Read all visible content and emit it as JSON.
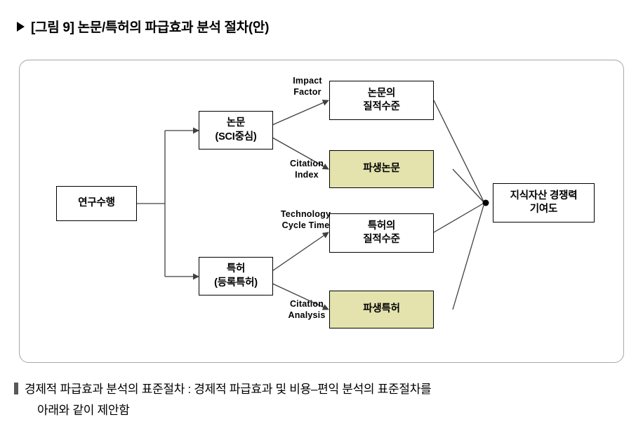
{
  "title": {
    "marker": "▶",
    "text": "[그림 9] 논문/특허의 파급효과 분석 절차(안)"
  },
  "diagram": {
    "nodes": [
      {
        "id": "research",
        "line1": "연구수행",
        "line2": ""
      },
      {
        "id": "paper",
        "line1": "논문",
        "line2": "(SCI중심)"
      },
      {
        "id": "patent",
        "line1": "특허",
        "line2": "(등록특허)"
      },
      {
        "id": "paper-quality",
        "line1": "논문의",
        "line2": "질적수준"
      },
      {
        "id": "derived-paper",
        "line1": "파생논문",
        "line2": ""
      },
      {
        "id": "patent-quality",
        "line1": "특허의",
        "line2": "질적수준"
      },
      {
        "id": "derived-patent",
        "line1": "파생특허",
        "line2": ""
      },
      {
        "id": "outcome",
        "line1": "지식자산 경쟁력",
        "line2": "기여도"
      }
    ],
    "edge_labels": [
      {
        "id": "impact-factor",
        "line1": "Impact",
        "line2": "Factor"
      },
      {
        "id": "citation-index",
        "line1": "Citation",
        "line2": "Index"
      },
      {
        "id": "technology-cycle-time",
        "line1": "Technology",
        "line2": "Cycle Time"
      },
      {
        "id": "citation-analysis",
        "line1": "Citation",
        "line2": "Analysis"
      }
    ],
    "highlight_color": "#e4e3ae"
  },
  "caption": {
    "line1": "경제적 파급효과 분석의 표준절차 : 경제적 파급효과 및 비용–편익 분석의 표준절차를",
    "line2": "아래와 같이 제안함"
  }
}
